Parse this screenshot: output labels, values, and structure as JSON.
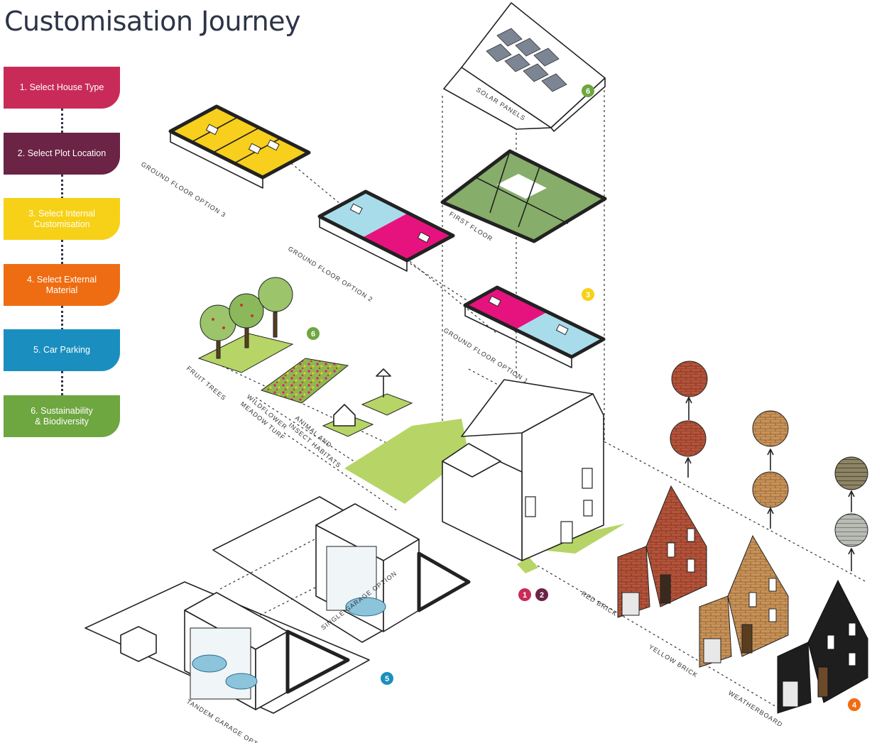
{
  "title": "Customisation Journey",
  "steps": [
    {
      "label": "1. Select House Type",
      "color": "#c92b58"
    },
    {
      "label": "2. Select Plot Location",
      "color": "#6b2445"
    },
    {
      "label": "3. Select Internal\nCustomisation",
      "color": "#f7d117"
    },
    {
      "label": "4. Select External\nMaterial",
      "color": "#ef6d12"
    },
    {
      "label": "5. Car Parking",
      "color": "#1a8fbf"
    },
    {
      "label": "6. Sustainability\n& Biodiversity",
      "color": "#6ea63f"
    }
  ],
  "colors": {
    "yellow_room": "#f7cf1c",
    "blue_room": "#a8dcea",
    "magenta_room": "#e6137e",
    "green_room": "#86ad6a",
    "lawn": "#b6d566",
    "red_brick": "#b4543a",
    "yellow_brick": "#c8935a",
    "weatherboard": "#1e1e1e"
  },
  "labels": {
    "solar_panels": "SOLAR PANELS",
    "first_floor": "FIRST FLOOR",
    "ground_floor_1": "GROUND FLOOR OPTION 1",
    "ground_floor_2": "GROUND FLOOR OPTION 2",
    "ground_floor_3": "GROUND FLOOR OPTION 3",
    "fruit_trees": "FRUIT TREES",
    "wildflower_line1": "WILDFLOWER",
    "wildflower_line2": "MEADOW TURF",
    "animal_line1": "ANIMAL AND",
    "animal_line2": "INSECT HABITATS",
    "red_brick": "RED BRICK",
    "yellow_brick": "YELLOW BRICK",
    "weatherboard": "WEATHERBOARD",
    "single_garage": "SINGLE GARAGE OPTION",
    "tandem_garage": "TANDEM GARAGE OPTION"
  },
  "badges": {
    "sustainability_roof": "6",
    "internal": "3",
    "biodiversity": "6",
    "house_type": "1",
    "plot_location": "2",
    "car_parking": "5",
    "external_material": "4"
  }
}
